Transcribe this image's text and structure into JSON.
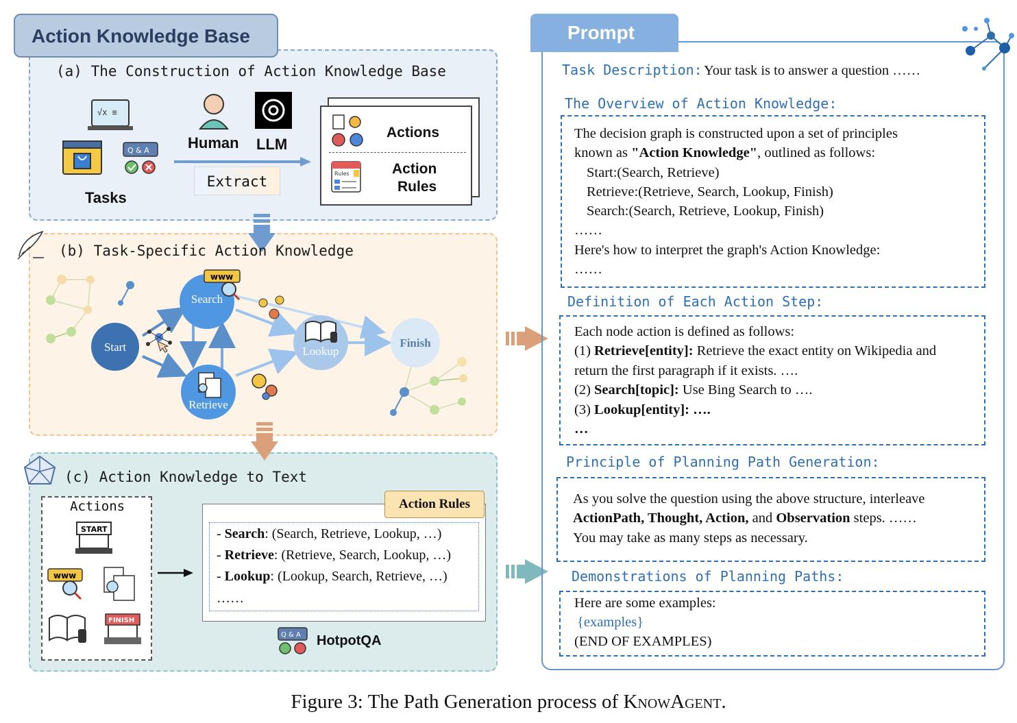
{
  "left": {
    "title": "Action Knowledge Base",
    "panel_a": {
      "title": "(a) The Construction of Action Knowledge Base",
      "tasks_label": "Tasks",
      "human_label": "Human",
      "llm_label": "LLM",
      "extract_label": "Extract",
      "actions_label": "Actions",
      "action_rules_label_1": "Action",
      "action_rules_label_2": "Rules",
      "qa_badge": "Q & A",
      "rules_badge": "Rules"
    },
    "panel_b": {
      "title": "(b) Task-Specific Action Knowledge",
      "nodes": {
        "start": "Start",
        "search": "Search",
        "retrieve": "Retrieve",
        "lookup": "Lookup",
        "finish": "Finish"
      },
      "www_badge": "www"
    },
    "panel_c": {
      "title": "(c) Action Knowledge to Text",
      "actions_label": "Actions",
      "start_badge": "START",
      "finish_badge": "FINISH",
      "www_badge": "www",
      "action_rules_tab": "Action Rules",
      "rules": [
        {
          "name": "Search",
          "rest": ": (Search, Retrieve, Lookup, …)"
        },
        {
          "name": "Retrieve",
          "rest": ": (Retrieve, Search, Lookup, …)"
        },
        {
          "name": "Lookup",
          "rest": ": (Lookup, Search, Retrieve, …)"
        }
      ],
      "rules_ellipsis": "……",
      "dataset_label": "HotpotQA",
      "qa_badge": "Q & A"
    }
  },
  "prompt": {
    "tab": "Prompt",
    "task_description_head": "Task Description:",
    "task_description_text": "Your task is to answer a question  ……",
    "overview": {
      "head": "The Overview of Action Knowledge:",
      "line1": "The decision graph is constructed upon a set of principles",
      "line2_pre": "known as ",
      "line2_bold": "\"Action Knowledge\"",
      "line2_post": ", outlined as follows:",
      "line3": "Start:(Search, Retrieve)",
      "line4": "Retrieve:(Retrieve, Search, Lookup, Finish)",
      "line5": "Search:(Search, Retrieve, Lookup, Finish)",
      "line6": "……",
      "line7": "Here's how to interpret the graph's Action Knowledge:",
      "line8": "……"
    },
    "definition": {
      "head": "Definition of Each Action Step:",
      "line1": "Each node action is defined as follows:",
      "l2_num": "(1) ",
      "l2_bold": "Retrieve[entity]:",
      "l2_rest": " Retrieve the exact entity on Wikipedia and",
      "line3": "return the first paragraph if it exists. ….",
      "l4_num": "(2) ",
      "l4_bold": "Search[topic]:",
      "l4_rest": "  Use Bing Search to ….",
      "l5_num": "(3) ",
      "l5_bold": "Lookup[entity]: ….",
      "line6": "…"
    },
    "principle": {
      "head": "Principle of Planning Path Generation:",
      "line1": "As you solve the question using the above structure, interleave",
      "l2_b1": "ActionPath, Thought, Action,",
      "l2_mid": " and ",
      "l2_b2": "Observation",
      "l2_rest": " steps. ……",
      "line3": "You may take as many steps as necessary."
    },
    "demos": {
      "head": "Demonstrations of Planning Paths:",
      "line1": "Here are some examples:",
      "line2": "{examples}",
      "line3": "(END OF EXAMPLES)"
    }
  },
  "caption": {
    "prefix": "Figure 3: The Path Generation process of ",
    "name": "KnowAgent",
    "suffix": "."
  },
  "colors": {
    "blue_accent": "#2f6fb0",
    "node_blue": "#3d7fc2",
    "orange_arrow": "#d9a07a",
    "teal_arrow": "#7fb9bd"
  }
}
